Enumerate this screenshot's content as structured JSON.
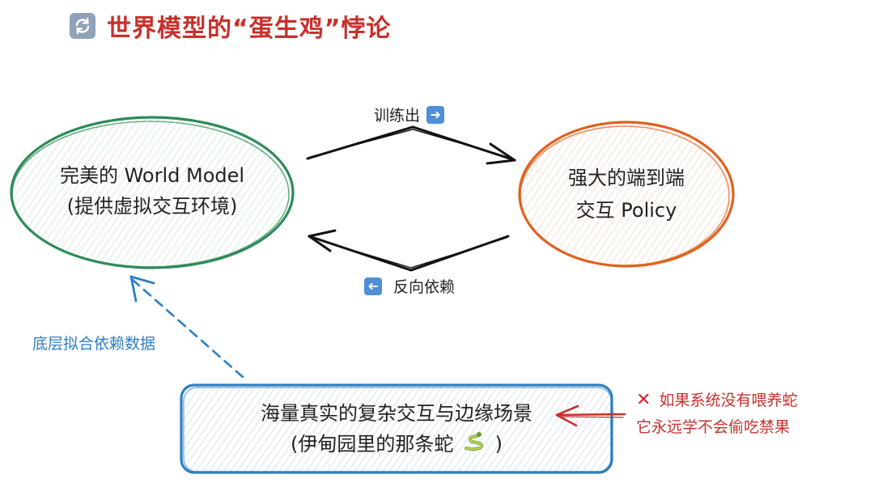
{
  "title": {
    "icon": "refresh-cycle-icon",
    "text": "世界模型的“蛋生鸡”悖论",
    "color": "#c8302c"
  },
  "nodes": {
    "world_model": {
      "line1": "完美的 World Model",
      "line2": "(提供虚拟交互环境)",
      "stroke": "#2e8b57",
      "hatch": "#c9e8d4"
    },
    "policy": {
      "line1": "强大的端到端",
      "line2": "交互 Policy",
      "stroke": "#e0611f",
      "hatch": "#f7d4bd"
    },
    "data_box": {
      "line1": "海量真实的复杂交互与边缘场景",
      "line2": "(伊甸园里的那条蛇",
      "line2_suffix": ")",
      "icon": "snake-icon",
      "stroke": "#2f7fc1",
      "hatch": "#c5dcef"
    }
  },
  "edges": {
    "train": {
      "label": "训练出",
      "icon": "right-arrow-icon"
    },
    "depend": {
      "label": "反向依赖",
      "icon": "left-arrow-icon"
    },
    "fit": {
      "label": "底层拟合依赖数据",
      "color": "#2f7fc1"
    }
  },
  "annotation": {
    "icon": "cross-mark-icon",
    "line1": "如果系统没有喂养蛇",
    "line2": "它永远学不会偷吃禁果",
    "color": "#c8302c"
  }
}
